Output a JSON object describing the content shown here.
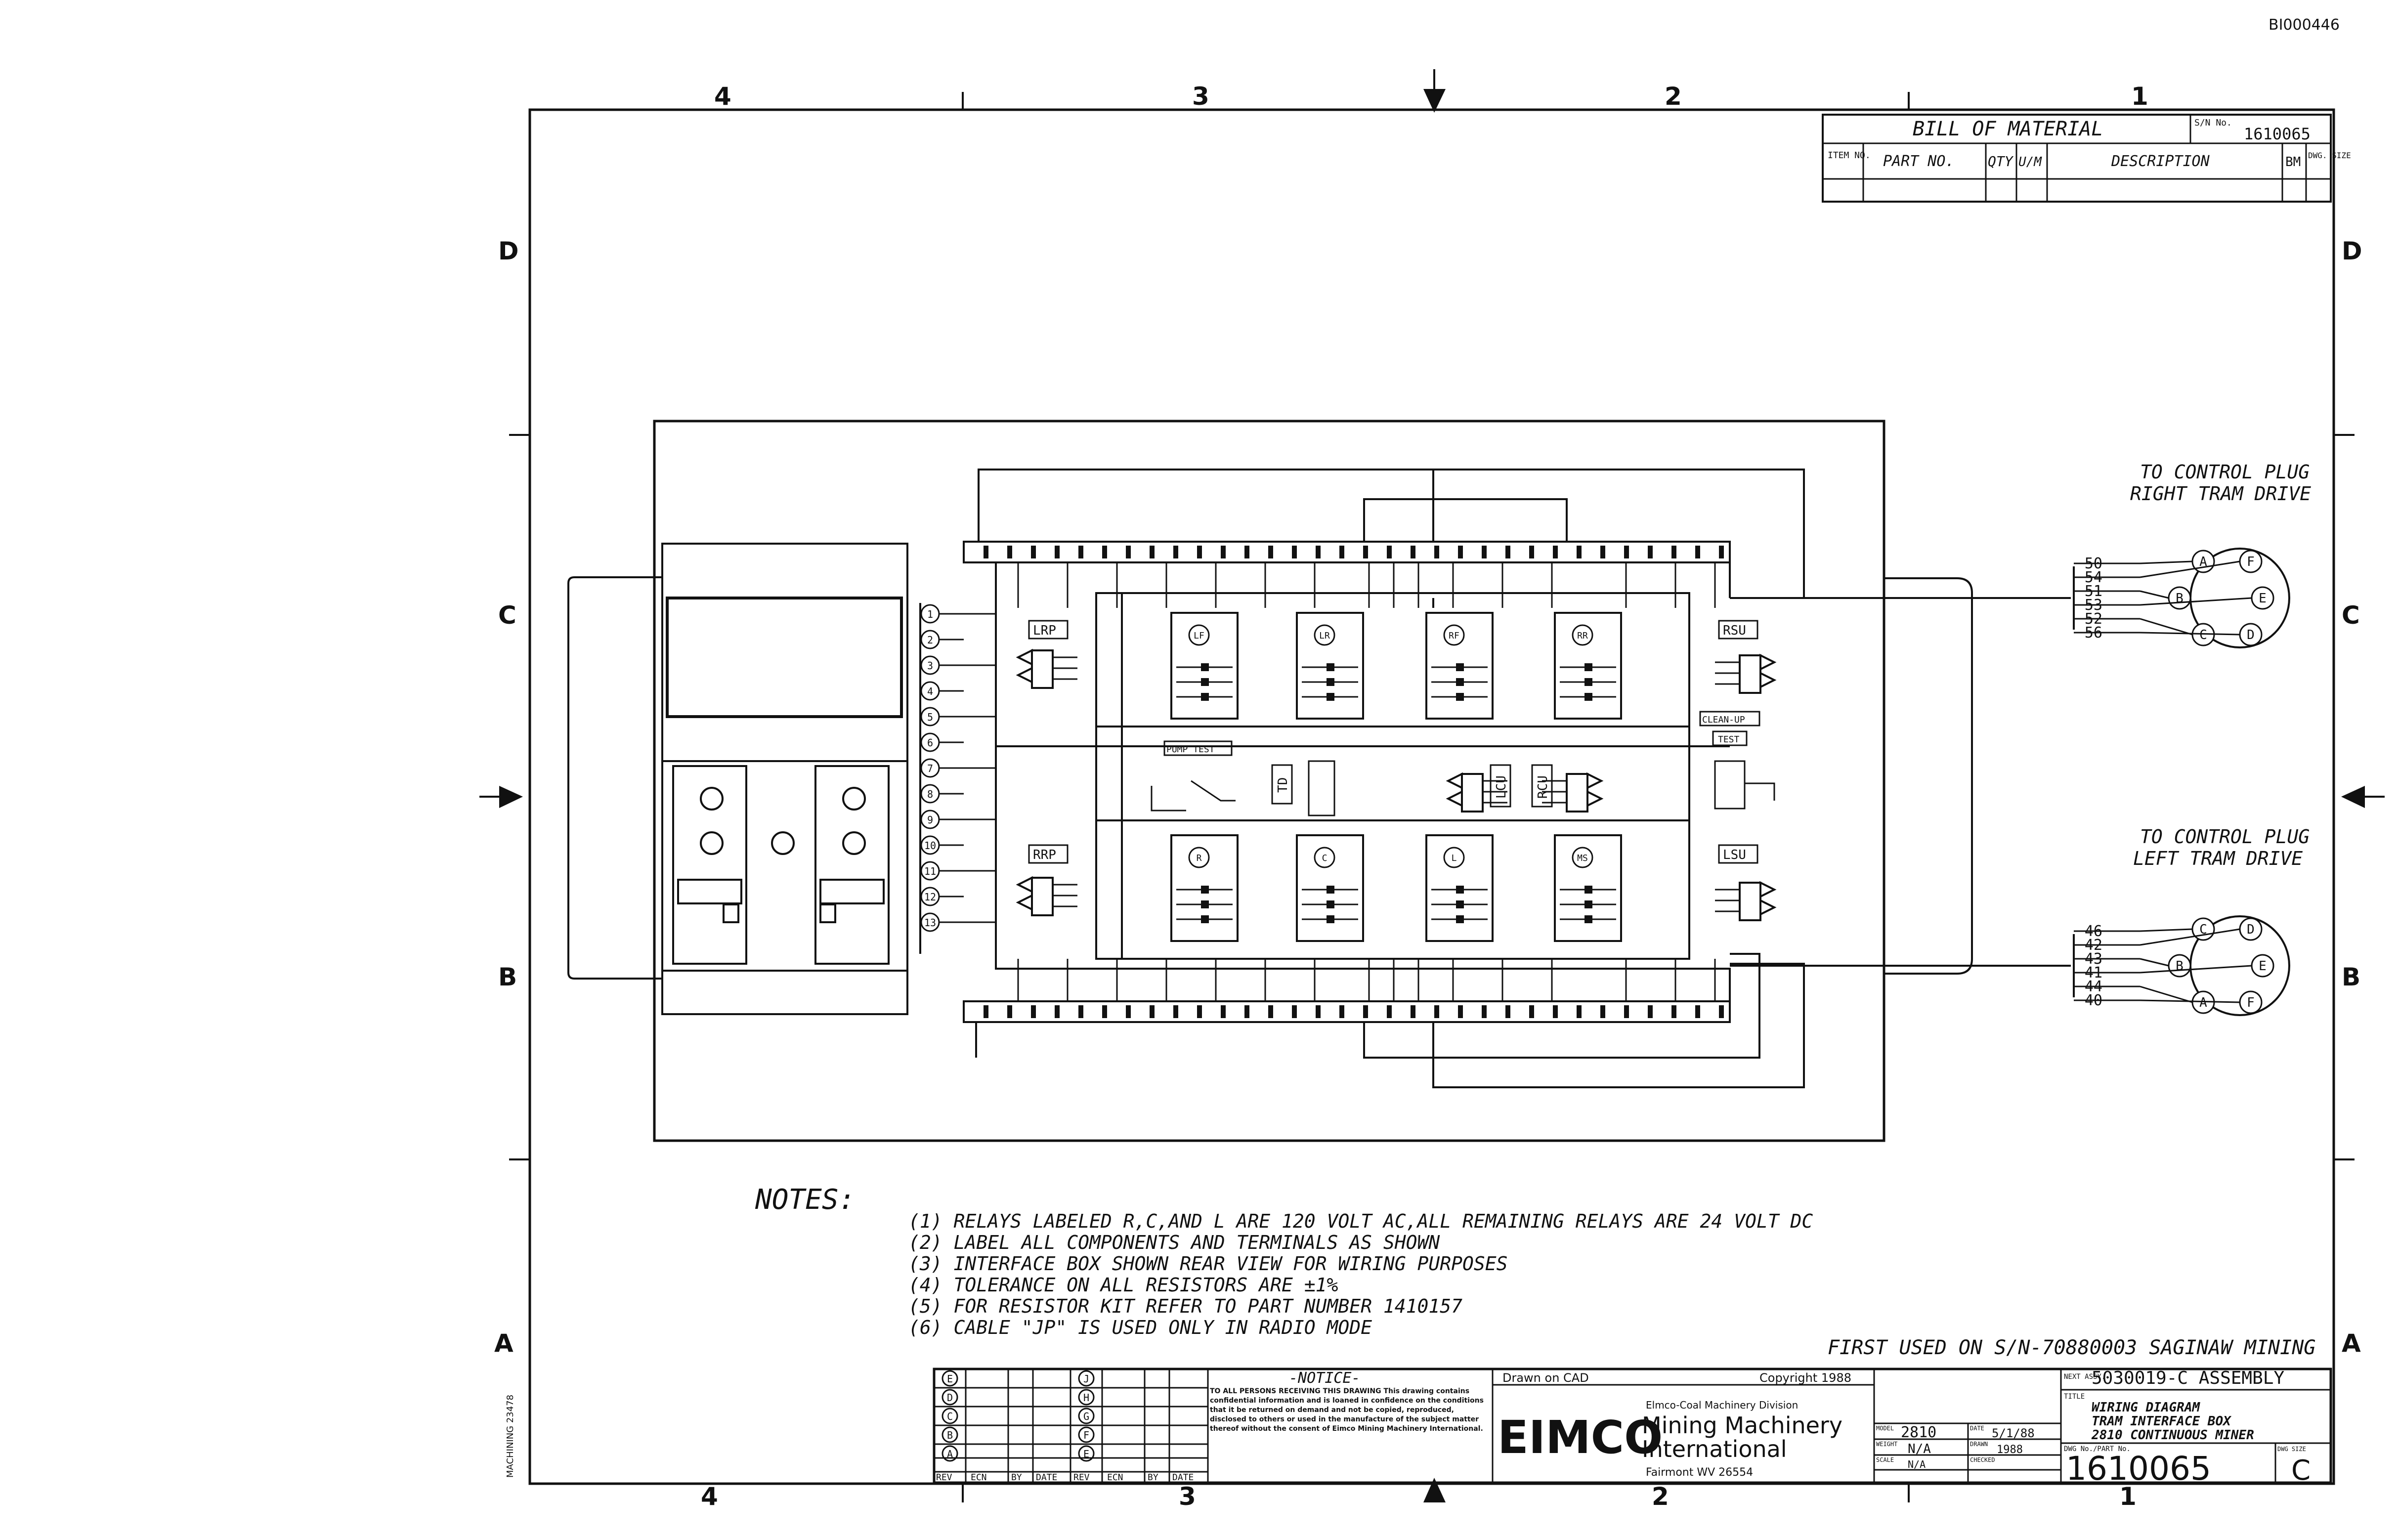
{
  "doc_code": "BI000446",
  "border": {
    "cols": [
      "4",
      "3",
      "2",
      "1"
    ],
    "rows": [
      "D",
      "C",
      "B",
      "A"
    ]
  },
  "bom": {
    "title": "BILL OF MATERIAL",
    "sn_label": "S/N No.",
    "sn_value": "1610065",
    "headers": [
      "ITEM NO.",
      "PART NO.",
      "QTY",
      "U/M",
      "DESCRIPTION",
      "BM",
      "DWG. SIZE"
    ]
  },
  "right_plug": {
    "title_1": "TO CONTROL PLUG",
    "title_2": "RIGHT TRAM DRIVE",
    "wires": [
      "50",
      "54",
      "51",
      "53",
      "52",
      "56"
    ],
    "pins": [
      "A",
      "F",
      "B",
      "E",
      "C",
      "D"
    ]
  },
  "left_plug": {
    "title_1": "TO CONTROL PLUG",
    "title_2": "LEFT TRAM DRIVE",
    "wires": [
      "46",
      "42",
      "43",
      "41",
      "44",
      "40"
    ],
    "pins": [
      "C",
      "D",
      "B",
      "E",
      "A",
      "F"
    ]
  },
  "components": {
    "lrp": "LRP",
    "rrp": "RRP",
    "rsu": "RSU",
    "lsu": "LSU",
    "lcu": "LCU",
    "rcu": "RCU",
    "td": "TD",
    "pump_test": "PUMP TEST",
    "clean_up": "CLEAN-UP",
    "test": "TEST",
    "relays_top": [
      "LF",
      "LR",
      "RF",
      "RR"
    ],
    "relays_bottom": [
      "R",
      "C",
      "L",
      "MS"
    ],
    "terminal_numbers": [
      "1",
      "2",
      "3",
      "4",
      "5",
      "6",
      "7",
      "8",
      "9",
      "10",
      "11",
      "12",
      "13"
    ]
  },
  "notes": {
    "heading": "NOTES:",
    "items": [
      "(1) RELAYS LABELED R,C,AND L ARE 120 VOLT AC,ALL REMAINING RELAYS ARE 24 VOLT DC",
      "(2) LABEL ALL COMPONENTS AND TERMINALS AS SHOWN",
      "(3) INTERFACE BOX SHOWN REAR VIEW FOR WIRING PURPOSES",
      "(4) TOLERANCE ON ALL RESISTORS ARE ±1%",
      "(5) FOR RESISTOR KIT REFER TO PART NUMBER 1410157",
      "(6) CABLE \"JP\" IS USED ONLY IN RADIO MODE"
    ]
  },
  "first_used": "FIRST USED ON S/N-70880003 SAGINAW MINING",
  "title_block": {
    "rev_letters_left": [
      "E",
      "D",
      "C",
      "B",
      "A"
    ],
    "rev_letters_right": [
      "J",
      "H",
      "G",
      "F",
      "E"
    ],
    "rev_headers": [
      "REV",
      "ECN",
      "BY",
      "DATE",
      "REV",
      "ECN",
      "BY",
      "DATE"
    ],
    "notice_title": "-NOTICE-",
    "notice_text": "TO ALL PERSONS RECEIVING THIS DRAWING This drawing contains confidential information and is loaned in confidence on the conditions that it be returned on demand and not be copied, reproduced, disclosed to others or used in the manufacture of the subject matter thereof without the consent of Eimco Mining Machinery International.",
    "drawn_on": "Drawn on CAD",
    "copyright": "Copyright 1988",
    "company_logo": "EIMCO",
    "division": "Elmco-Coal Machinery Division",
    "company_1": "Mining Machinery",
    "company_2": "International",
    "location": "Fairmont WV 26554",
    "model_label": "MODEL",
    "model": "2810",
    "date_label": "DATE",
    "date": "5/1/88",
    "weight_label": "WEIGHT",
    "weight": "N/A",
    "drawn_label": "DRAWN",
    "drawn": "1988",
    "scale_label": "SCALE",
    "scale": "N/A",
    "checked_label": "CHECKED",
    "next_assy_label": "NEXT ASSY.",
    "next_assy": "5030019-C ASSEMBLY",
    "title_label": "TITLE",
    "title_1": "WIRING DIAGRAM",
    "title_2": "TRAM INTERFACE BOX",
    "title_3": "2810 CONTINUOUS MINER",
    "dwg_label": "DWG No./PART No.",
    "dwg_number": "1610065",
    "size_label": "DWG SIZE",
    "size": "C"
  },
  "side_stamp": "MACHINING 23478"
}
